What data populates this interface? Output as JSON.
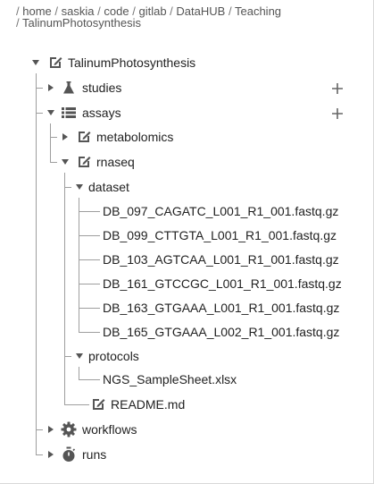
{
  "breadcrumb": {
    "segments": [
      "home",
      "saskia",
      "code",
      "gitlab",
      "DataHUB",
      "Teaching",
      "TalinumPhotosynthesis"
    ],
    "separator": "/"
  },
  "tree": {
    "root": {
      "label": "TalinumPhotosynthesis",
      "icon": "edit-icon"
    },
    "studies": {
      "label": "studies",
      "icon": "flask-icon"
    },
    "assays": {
      "label": "assays",
      "icon": "list-icon"
    },
    "metabolomics": {
      "label": "metabolomics",
      "icon": "edit-icon"
    },
    "rnaseq": {
      "label": "rnaseq",
      "icon": "edit-icon"
    },
    "dataset": {
      "label": "dataset"
    },
    "files": [
      "DB_097_CAGATC_L001_R1_001.fastq.gz",
      "DB_099_CTTGTA_L001_R1_001.fastq.gz",
      "DB_103_AGTCAA_L001_R1_001.fastq.gz",
      "DB_161_GTCCGC_L001_R1_001.fastq.gz",
      "DB_163_GTGAAA_L001_R1_001.fastq.gz",
      "DB_165_GTGAAA_L002_R1_001.fastq.gz"
    ],
    "protocols": {
      "label": "protocols"
    },
    "samplesheet": {
      "label": "NGS_SampleSheet.xlsx"
    },
    "readme": {
      "label": "README.md",
      "icon": "edit-icon"
    },
    "workflows": {
      "label": "workflows",
      "icon": "gear-icon"
    },
    "runs": {
      "label": "runs",
      "icon": "timer-icon"
    }
  },
  "colors": {
    "text": "#222222",
    "icon": "#555555",
    "line": "#9e9e9e",
    "breadcrumb": "#555555"
  }
}
